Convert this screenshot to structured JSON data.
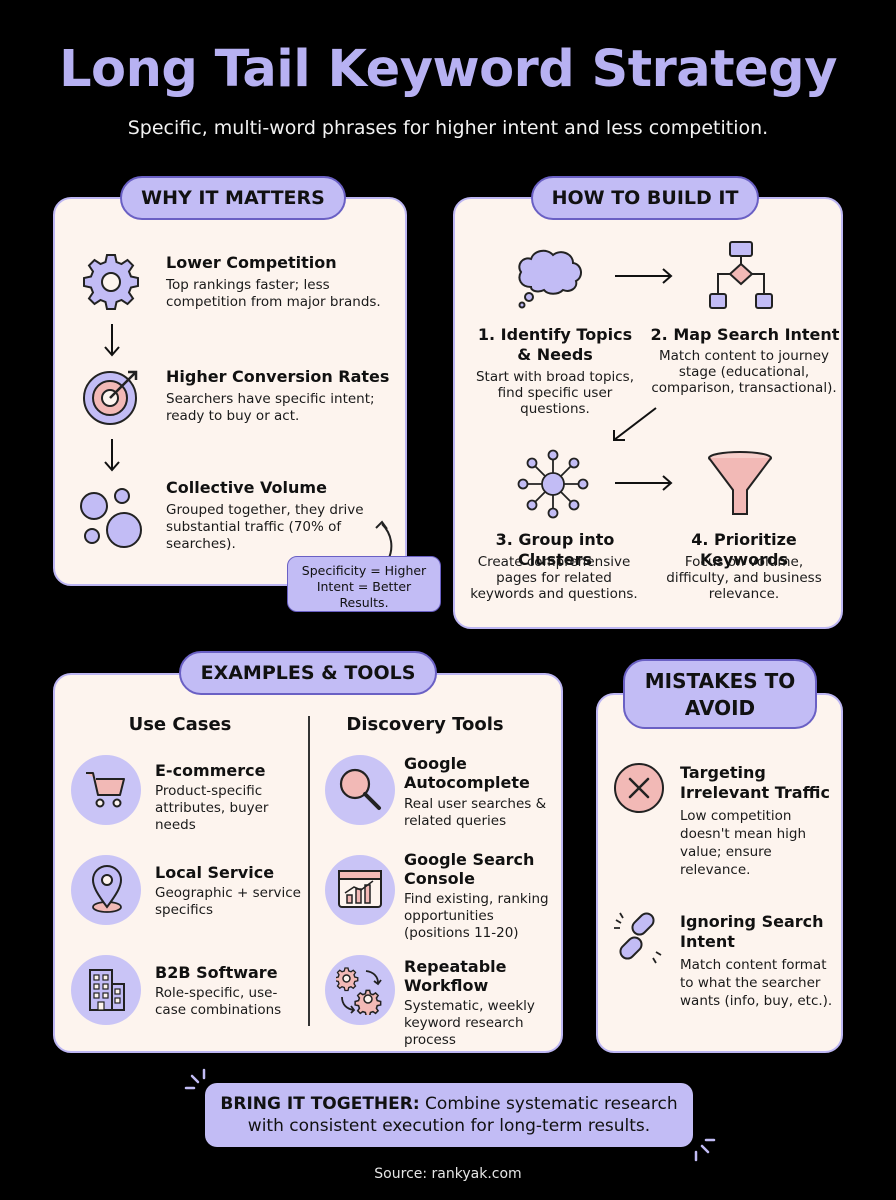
{
  "header": {
    "title": "Long Tail Keyword Strategy",
    "subtitle": "Specific, multi-word phrases for higher intent and less competition."
  },
  "why": {
    "heading": "WHY IT MATTERS",
    "items": [
      {
        "title": "Lower Competition",
        "lines": [
          "Top rankings faster; less",
          "competition from major brands."
        ],
        "icon": "gear-icon"
      },
      {
        "title": "Higher Conversion Rates",
        "lines": [
          "Searchers have specific intent;",
          "ready to buy or act."
        ],
        "icon": "target-icon"
      },
      {
        "title": "Collective Volume",
        "lines": [
          "Grouped together, they drive",
          "substantial traffic (70% of",
          "searches)."
        ],
        "icon": "bubbles-icon"
      }
    ],
    "callout": [
      "Specificity = Higher",
      "Intent = Better Results."
    ]
  },
  "build": {
    "heading": "HOW TO BUILD IT",
    "steps": [
      {
        "title": [
          "1. Identify Topics",
          "& Needs"
        ],
        "lines": [
          "Start with broad topics,",
          "find specific user",
          "questions."
        ],
        "icon": "thought-cloud-icon"
      },
      {
        "title": [
          "2. Map Search Intent"
        ],
        "lines": [
          "Match content to journey",
          "stage (educational,",
          "comparison, transactional)."
        ],
        "icon": "flowchart-icon"
      },
      {
        "title": [
          "3. Group into Clusters"
        ],
        "lines": [
          "Create comprehensive",
          "pages for related",
          "keywords and questions."
        ],
        "icon": "cluster-icon"
      },
      {
        "title": [
          "4. Prioritize Keywords"
        ],
        "lines": [
          "Focus on volume,",
          "difficulty, and business",
          "relevance."
        ],
        "icon": "funnel-icon"
      }
    ]
  },
  "examples": {
    "heading": "EXAMPLES & TOOLS",
    "use_cases_heading": "Use Cases",
    "tools_heading": "Discovery Tools",
    "use_cases": [
      {
        "title": [
          "E-commerce"
        ],
        "lines": [
          "Product-specific",
          "attributes, buyer",
          "needs"
        ],
        "icon": "cart-icon"
      },
      {
        "title": [
          "Local Service"
        ],
        "lines": [
          "Geographic + service",
          "specifics"
        ],
        "icon": "map-pin-icon"
      },
      {
        "title": [
          "B2B Software"
        ],
        "lines": [
          "Role-specific, use-",
          "case combinations"
        ],
        "icon": "building-icon"
      }
    ],
    "tools": [
      {
        "title": [
          "Google",
          "Autocomplete"
        ],
        "lines": [
          "Real user searches &",
          "related queries"
        ],
        "icon": "magnifier-icon"
      },
      {
        "title": [
          "Google Search",
          "Console"
        ],
        "lines": [
          "Find existing, ranking",
          "opportunities",
          "(positions 11-20)"
        ],
        "icon": "analytics-window-icon"
      },
      {
        "title": [
          "Repeatable",
          "Workflow"
        ],
        "lines": [
          "Systematic, weekly",
          "keyword research",
          "process"
        ],
        "icon": "gears-cycle-icon"
      }
    ]
  },
  "mistakes": {
    "heading": [
      "MISTAKES TO",
      "AVOID"
    ],
    "items": [
      {
        "title": [
          "Targeting",
          "Irrelevant Traffic"
        ],
        "lines": [
          "Low competition",
          "doesn't mean high",
          "value; ensure",
          "relevance."
        ],
        "icon": "x-circle-icon"
      },
      {
        "title": [
          "Ignoring Search",
          "Intent"
        ],
        "lines": [
          "Match content format",
          "to what the searcher",
          "wants (info, buy, etc.)."
        ],
        "icon": "broken-link-icon"
      }
    ]
  },
  "footer": {
    "bring_label": "BRING IT TOGETHER:",
    "bring_line1": " Combine systematic research",
    "bring_line2": "with consistent execution for long-term results.",
    "source": "Source: rankyak.com"
  },
  "colors": {
    "lavender": "#c2bcf5",
    "accent": "#6a60c4",
    "panel": "#fdf4ee",
    "pink": "#f2b9b6",
    "title": "#b7b1f2"
  }
}
